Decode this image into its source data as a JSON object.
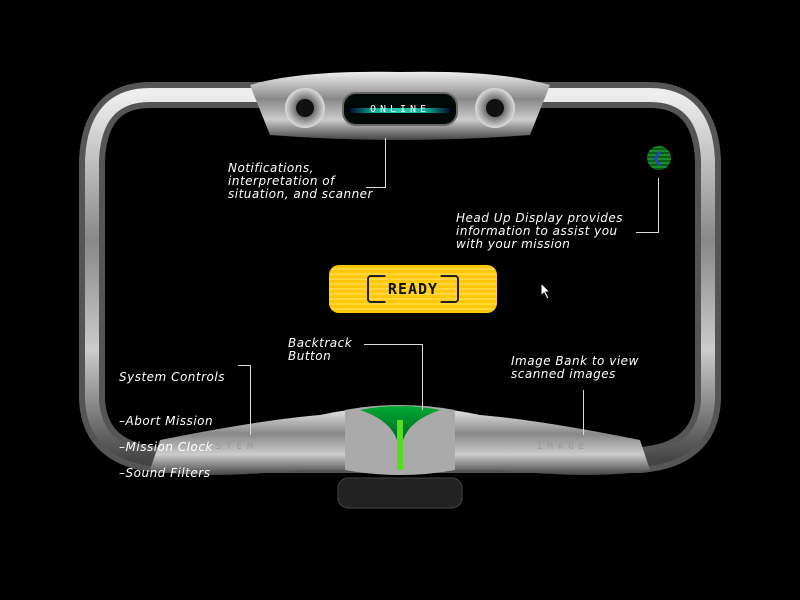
{
  "status_display": {
    "label": "ONLINE"
  },
  "ready_button": {
    "label": "READY"
  },
  "hud_toggle": {
    "icon": "chevron-left-icon"
  },
  "console": {
    "system_button": "SYSTEM",
    "image_button": "IMAGE"
  },
  "annotations": {
    "notifications": "Notifications,\ninterpretation of\nsituation, and scanner",
    "hud": "Head Up Display provides\ninformation to assist you\nwith your mission",
    "backtrack": "Backtrack\nButton",
    "system_controls_title": "System Controls",
    "system_controls_items": [
      "Abort Mission",
      "Mission Clock",
      "Sound Filters"
    ],
    "image_bank": "Image Bank to view\nscanned images"
  },
  "colors": {
    "accent_yellow": "#ffc800",
    "accent_green": "#1a8a2a",
    "teal": "#1db"
  }
}
